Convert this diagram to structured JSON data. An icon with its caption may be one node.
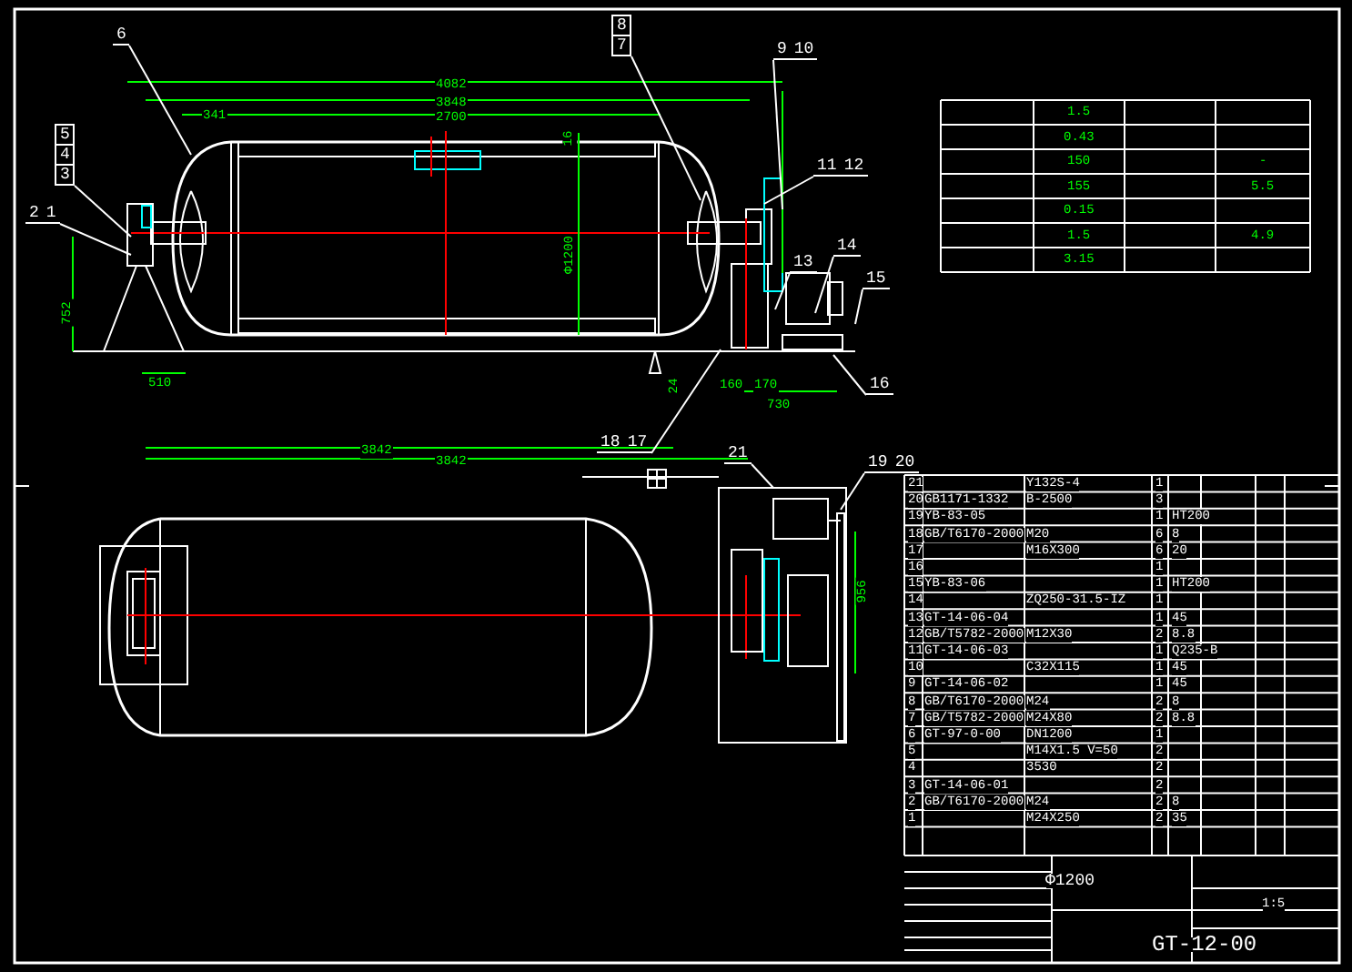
{
  "diagram": {
    "nodes": [
      {
        "text": [
          "5",
          "4",
          "3"
        ]
      },
      {
        "text": [
          "2",
          "1"
        ]
      },
      {
        "text": [
          "6"
        ]
      },
      {
        "text": [
          "8",
          "7"
        ]
      },
      {
        "text": [
          "9",
          "10"
        ]
      },
      {
        "text": [
          "11",
          "12"
        ]
      },
      {
        "text": [
          "13"
        ]
      },
      {
        "text": [
          "14"
        ]
      },
      {
        "text": [
          "15"
        ]
      },
      {
        "text": [
          "16"
        ]
      },
      {
        "text": [
          "18",
          "17"
        ]
      },
      {
        "text": [
          "21"
        ]
      },
      {
        "text": [
          "19",
          "20"
        ]
      }
    ],
    "edges": [
      {
        "from": 0,
        "to": null,
        "arrow": "none"
      },
      {
        "from": 1,
        "to": null,
        "arrow": "none"
      },
      {
        "from": 2,
        "to": null,
        "arrow": "none"
      },
      {
        "from": 3,
        "to": null,
        "arrow": "none"
      },
      {
        "from": 4,
        "to": null,
        "arrow": "none"
      },
      {
        "from": 5,
        "to": null,
        "arrow": "none"
      },
      {
        "from": 6,
        "to": null,
        "arrow": "none"
      },
      {
        "from": 7,
        "to": null,
        "arrow": "none"
      },
      {
        "from": 8,
        "to": null,
        "arrow": "none"
      },
      {
        "from": 9,
        "to": null,
        "arrow": "none"
      },
      {
        "from": 10,
        "to": null,
        "arrow": "none"
      },
      {
        "from": 11,
        "to": null,
        "arrow": "none"
      },
      {
        "from": 12,
        "to": null,
        "arrow": "none"
      }
    ],
    "labels": [
      "4082",
      "3848",
      "341",
      "2700",
      "16",
      "Φ1200",
      "752",
      "510",
      "24",
      "160",
      "170",
      "730",
      "3842",
      "3842",
      "956",
      "1.5",
      "0.43",
      "150",
      "-",
      "155",
      "5.5",
      "0.15",
      "1.5",
      "4.9",
      "3.15",
      "21",
      "Y132S-4",
      "1",
      "20",
      "GB1171-1332",
      "B-2500",
      "3",
      "19",
      "YB-83-05",
      "1",
      "HT200",
      "18",
      "GB/T6170-2000",
      "M20",
      "6",
      "8",
      "17",
      "M16X300",
      "6",
      "20",
      "16",
      "1",
      "15",
      "YB-83-06",
      "1",
      "HT200",
      "14",
      "ZQ250-31.5-IZ",
      "1",
      "13",
      "GT-14-06-04",
      "1",
      "45",
      "12",
      "GB/T5782-2000",
      "M12X30",
      "2",
      "8.8",
      "11",
      "GT-14-06-03",
      "1",
      "Q235-B",
      "10",
      "C32X115",
      "1",
      "45",
      "9",
      "GT-14-06-02",
      "1",
      "45",
      "8",
      "GB/T6170-2000",
      "M24",
      "2",
      "8",
      "7",
      "GB/T5782-2000",
      "M24X80",
      "2",
      "8.8",
      "6",
      "GT-97-0-00",
      "DN1200",
      "1",
      "5",
      "M14X1.5 V=50",
      "2",
      "4",
      "3530",
      "2",
      "3",
      "GT-14-06-01",
      "2",
      "2",
      "GB/T6170-2000",
      "M24",
      "2",
      "8",
      "1",
      "M24X250",
      "2",
      "35",
      "Φ1200",
      "1:5",
      "GT-12-00"
    ]
  }
}
